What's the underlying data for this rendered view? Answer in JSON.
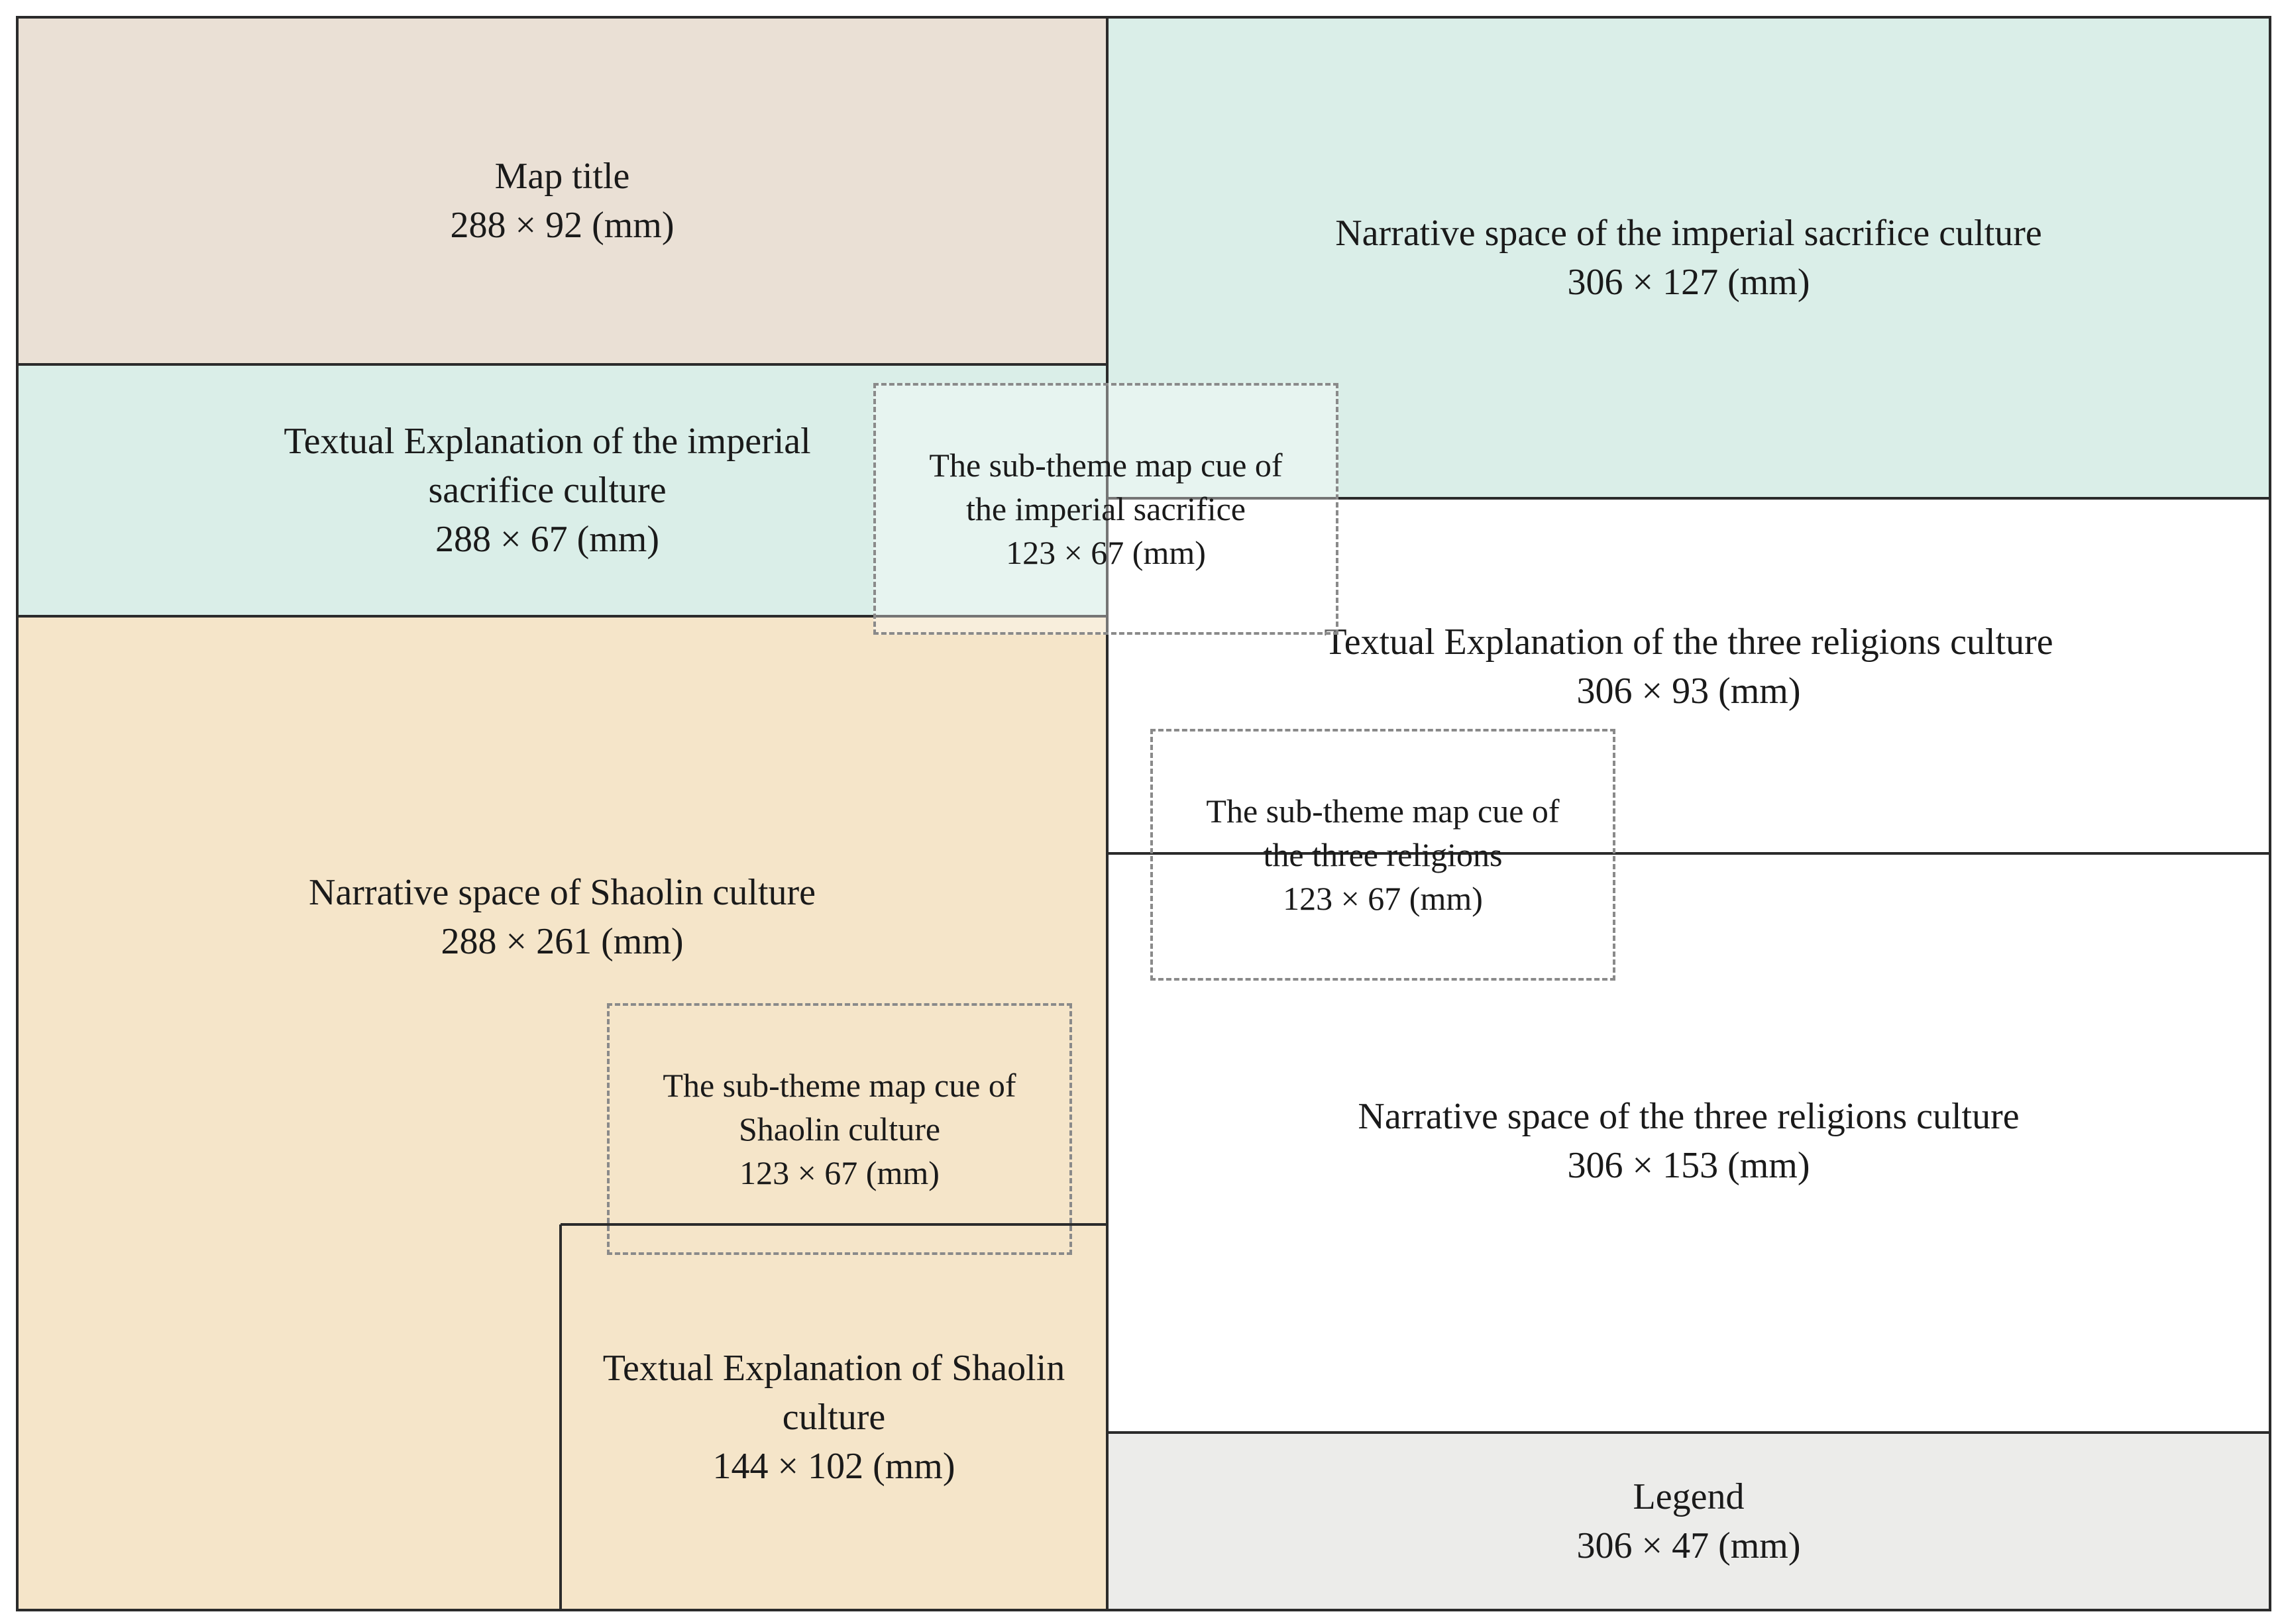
{
  "colors": {
    "map_title": "#EAE0D5",
    "imperial": "#DAEEE8",
    "shaolin": "#F5E5C9",
    "three_religions": "#FFFFFF",
    "legend": "#ECECEA",
    "border": "#2b2b2b",
    "dashed": "#8a8a8a"
  },
  "regions": {
    "map_title": {
      "label": "Map title",
      "dims": "288 × 92 (mm)"
    },
    "imperial_narrative": {
      "label": "Narrative space of the imperial sacrifice culture",
      "dims": "306 × 127 (mm)"
    },
    "imperial_text": {
      "label": "Textual Explanation of the imperial\nsacrifice culture",
      "dims": "288 × 67 (mm)"
    },
    "three_religions_text": {
      "label": "Textual Explanation of the three religions culture",
      "dims": "306 × 93 (mm)"
    },
    "shaolin_narrative": {
      "label": "Narrative space of Shaolin culture",
      "dims": "288 × 261 (mm)"
    },
    "three_religions_narrative": {
      "label": "Narrative space of the three religions culture",
      "dims": "306 × 153 (mm)"
    },
    "shaolin_text": {
      "label": "Textual Explanation of Shaolin\nculture",
      "dims": "144 × 102 (mm)"
    },
    "legend": {
      "label": "Legend",
      "dims": "306 × 47 (mm)"
    }
  },
  "overlays": {
    "imperial_cue": {
      "label": "The sub-theme map cue of\nthe imperial sacrifice",
      "dims": "123 × 67 (mm)"
    },
    "three_religions_cue": {
      "label": "The sub-theme map cue of\nthe three religions",
      "dims": "123 × 67 (mm)"
    },
    "shaolin_cue": {
      "label": "The sub-theme map cue of\nShaolin culture",
      "dims": "123 × 67 (mm)"
    }
  }
}
